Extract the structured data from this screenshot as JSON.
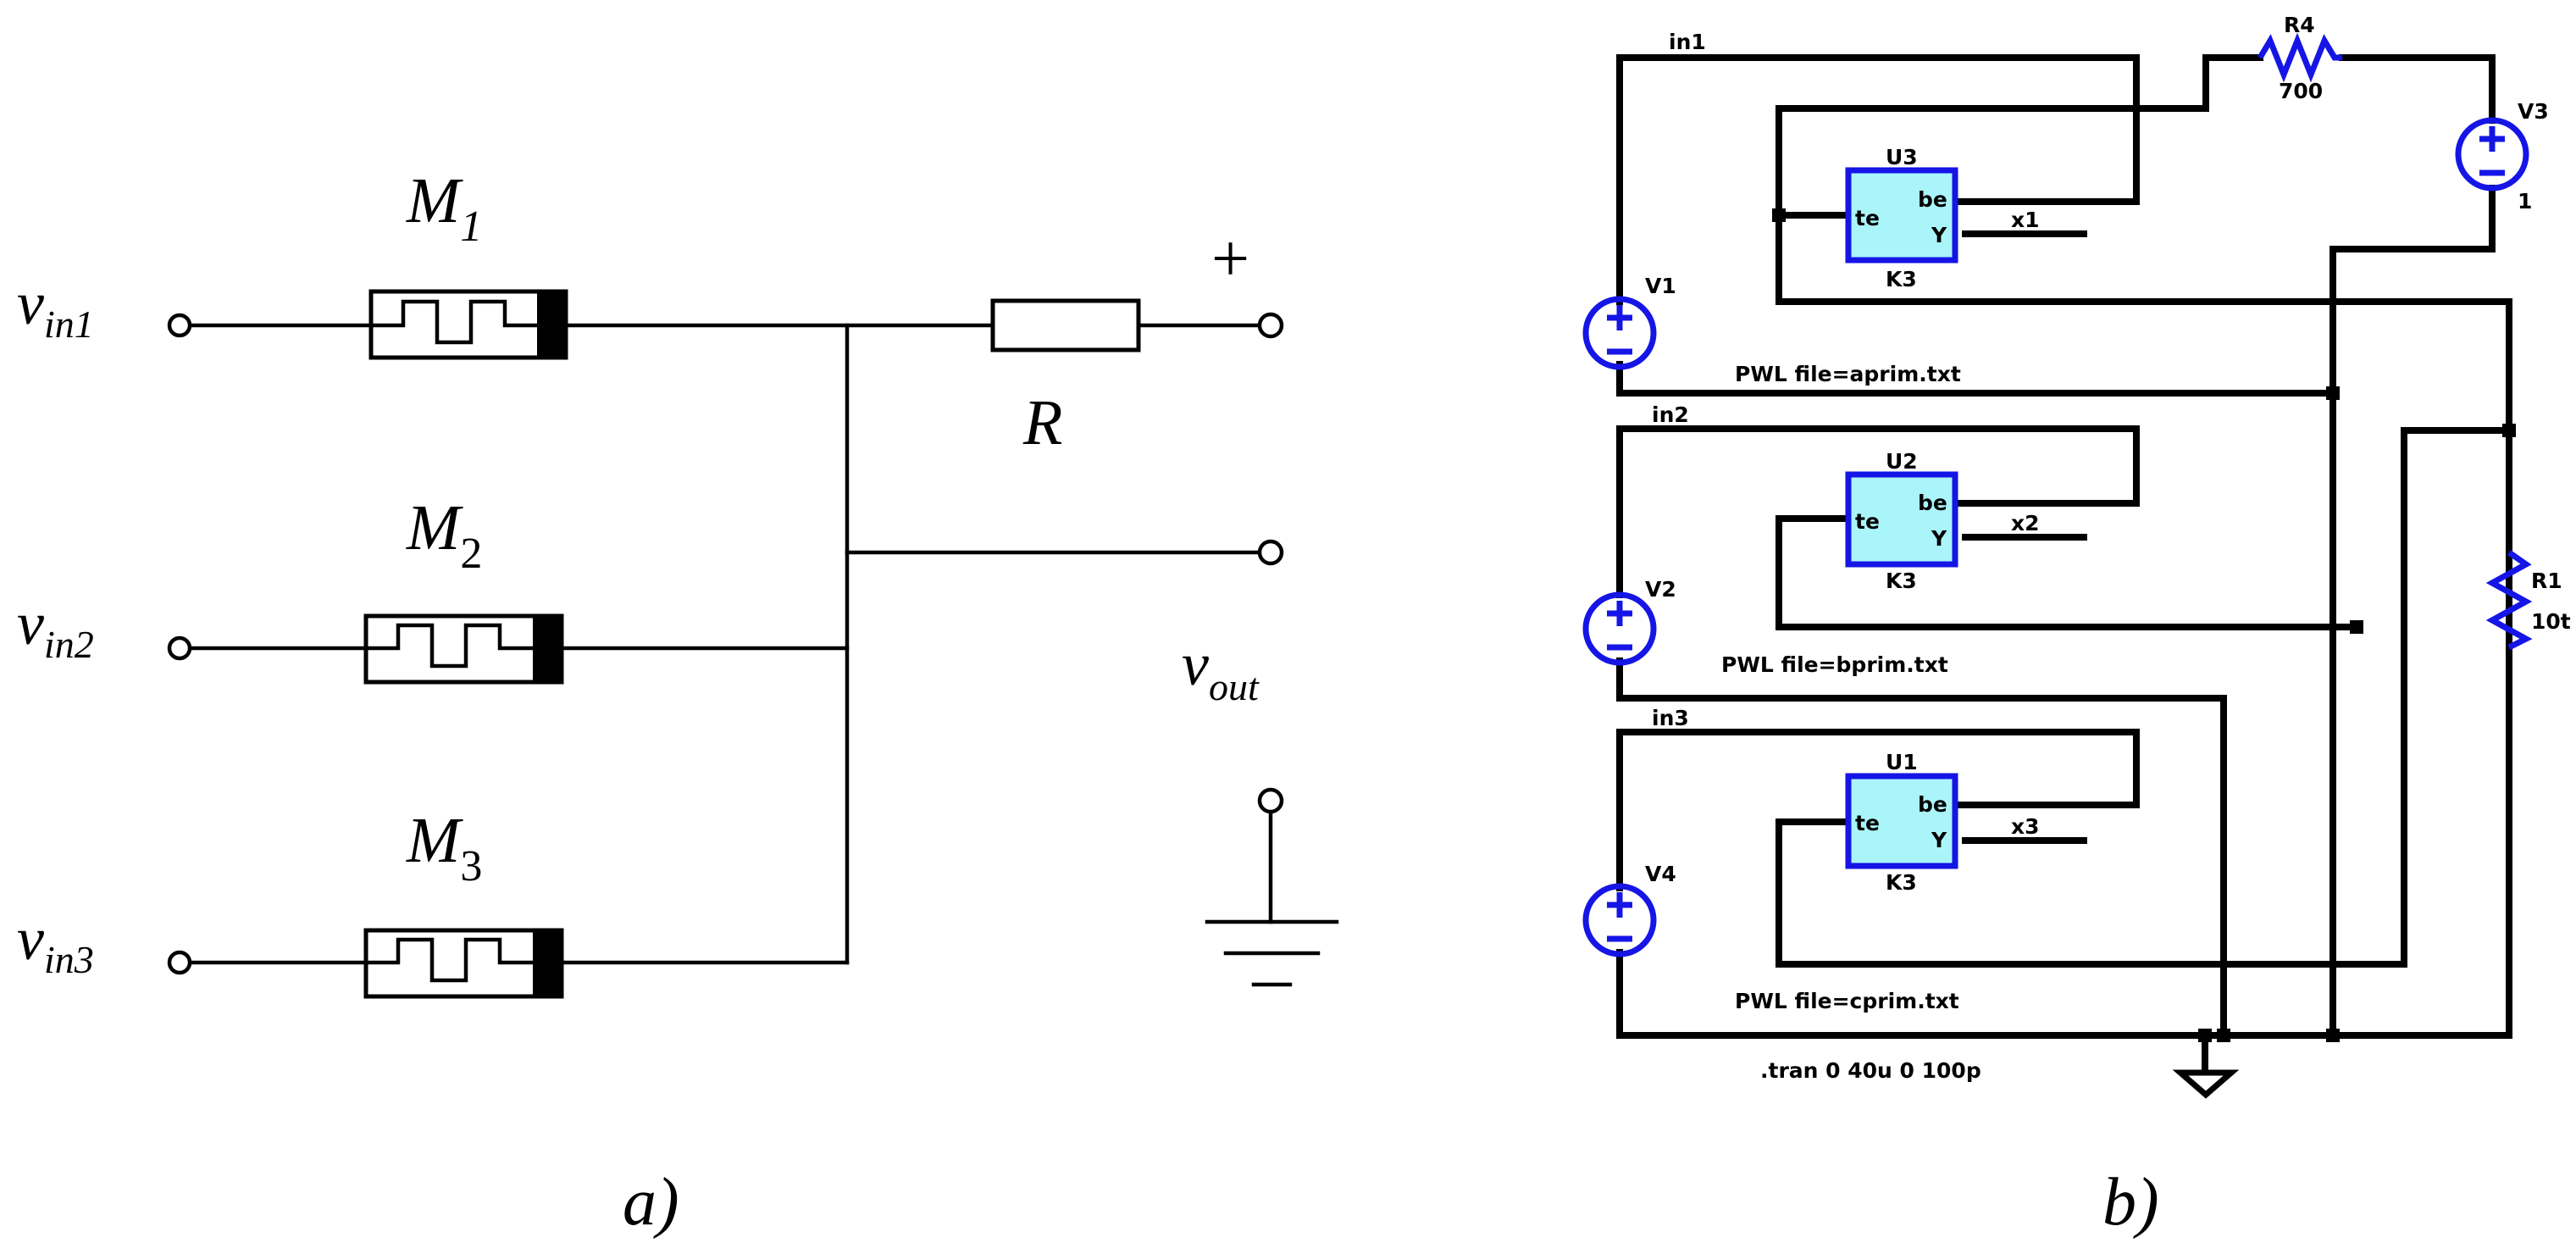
{
  "panel_a": {
    "caption": "a)",
    "inputs": [
      {
        "v": "v",
        "sub": "in1"
      },
      {
        "v": "v",
        "sub": "in2"
      },
      {
        "v": "v",
        "sub": "in3"
      }
    ],
    "memristors": [
      {
        "m": "M",
        "sub": "1"
      },
      {
        "m": "M",
        "sub": "2"
      },
      {
        "m": "M",
        "sub": "3"
      }
    ],
    "resistor": "R",
    "plus": "+",
    "output": {
      "v": "v",
      "sub": "out"
    }
  },
  "panel_b": {
    "caption": "b)",
    "nets": [
      "in1",
      "in2",
      "in3"
    ],
    "chips": [
      {
        "ref": "U3",
        "model": "K3",
        "pin_left": "te",
        "pin_top": "be",
        "pin_out": "Y",
        "net_out": "x1"
      },
      {
        "ref": "U2",
        "model": "K3",
        "pin_left": "te",
        "pin_top": "be",
        "pin_out": "Y",
        "net_out": "x2"
      },
      {
        "ref": "U1",
        "model": "K3",
        "pin_left": "te",
        "pin_top": "be",
        "pin_out": "Y",
        "net_out": "x3"
      }
    ],
    "sources": [
      {
        "ref": "V1",
        "spec": "PWL file=aprim.txt"
      },
      {
        "ref": "V2",
        "spec": "PWL file=bprim.txt"
      },
      {
        "ref": "V4",
        "spec": "PWL file=cprim.txt"
      }
    ],
    "r4": {
      "ref": "R4",
      "value": "700"
    },
    "v3": {
      "ref": "V3",
      "value": "1"
    },
    "r1": {
      "ref": "R1",
      "value": "10t"
    },
    "directive": ".tran 0 40u 0 100p"
  }
}
